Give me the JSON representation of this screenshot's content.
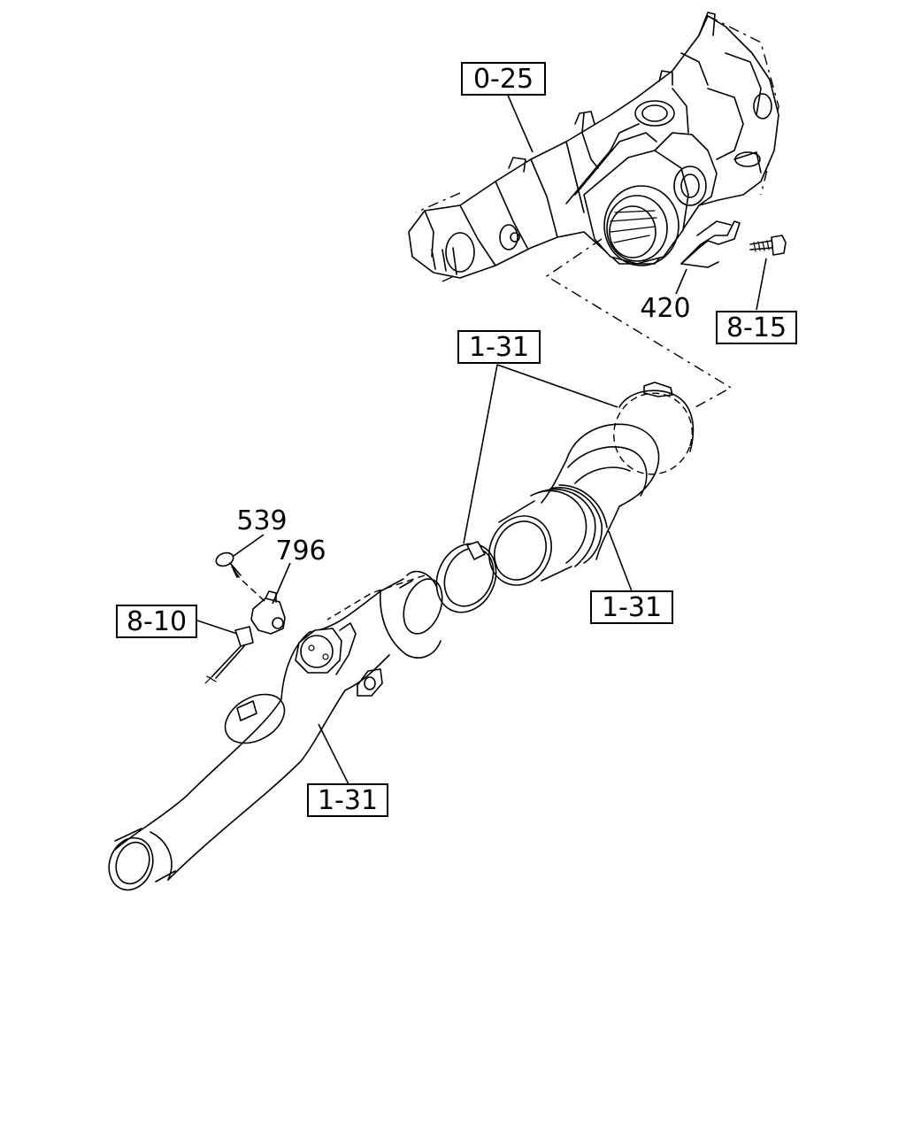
{
  "callouts": {
    "manifold_ref": "0-25",
    "bracket_part": "420",
    "bracket_bolt_ref": "8-15",
    "upper_hose_ref": "1-31",
    "lower_hose_ref": "1-31",
    "lower_pipe_ref": "1-31",
    "screw_part": "539",
    "sensor_part": "796",
    "sensor_screw_ref": "8-10"
  }
}
